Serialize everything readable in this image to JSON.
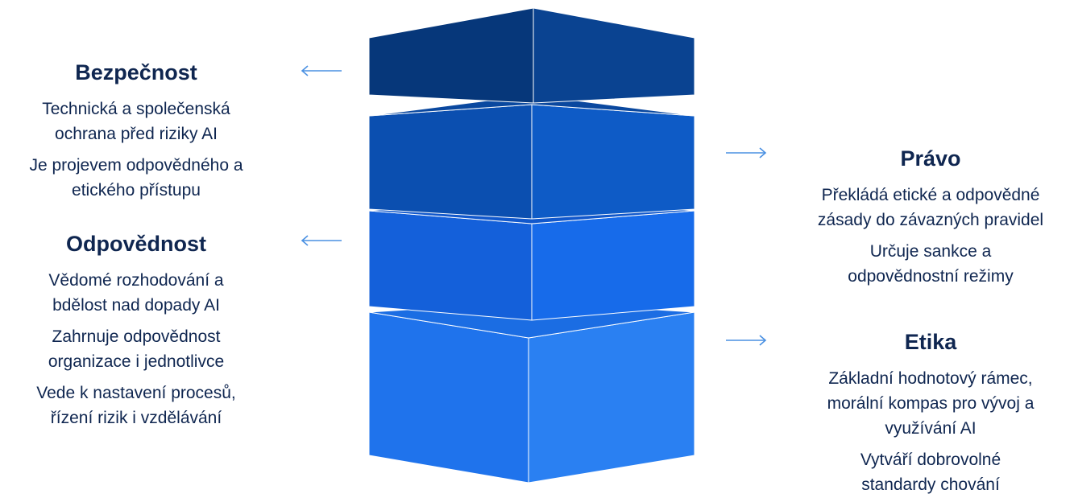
{
  "layers": [
    {
      "title": "Bezpečnost",
      "lines": [
        "Technická a společenská ochrana před riziky AI",
        "Je projevem odpovědného a etického přístupu"
      ],
      "side": "left",
      "arrow": "left"
    },
    {
      "title": "Odpovědnost",
      "lines": [
        "Vědomé rozhodování a bdělost nad dopady AI",
        "Zahrnuje odpovědnost organizace i jednotlivce",
        "Vede k nastavení procesů, řízení rizik i vzdělávání"
      ],
      "side": "left",
      "arrow": "left"
    },
    {
      "title": "Právo",
      "lines": [
        "Překládá etické a odpovědné zásady do závazných pravidel",
        "Určuje sankce a odpovědnostní režimy"
      ],
      "side": "right",
      "arrow": "right"
    },
    {
      "title": "Etika",
      "lines": [
        "Základní hodnotový rámec, morální kompas pro vývoj a využívání AI",
        "Vytváří dobrovolné standardy chování"
      ],
      "side": "right",
      "arrow": "right"
    }
  ],
  "colors": {
    "text": "#0f2650",
    "arrow": "#4a90e2",
    "tier1_left": "#06377a",
    "tier1_right": "#0a4391",
    "tier1_top": "#022a63",
    "tier2_left": "#0b4fb0",
    "tier2_right": "#0e5bc6",
    "tier2_top": "#0a489f",
    "tier3_left": "#1460da",
    "tier3_right": "#176bea",
    "tier3_top": "#1158cc",
    "tier4_left": "#1f73ec",
    "tier4_right": "#2a80f2",
    "tier4_top": "#1b6de3"
  }
}
